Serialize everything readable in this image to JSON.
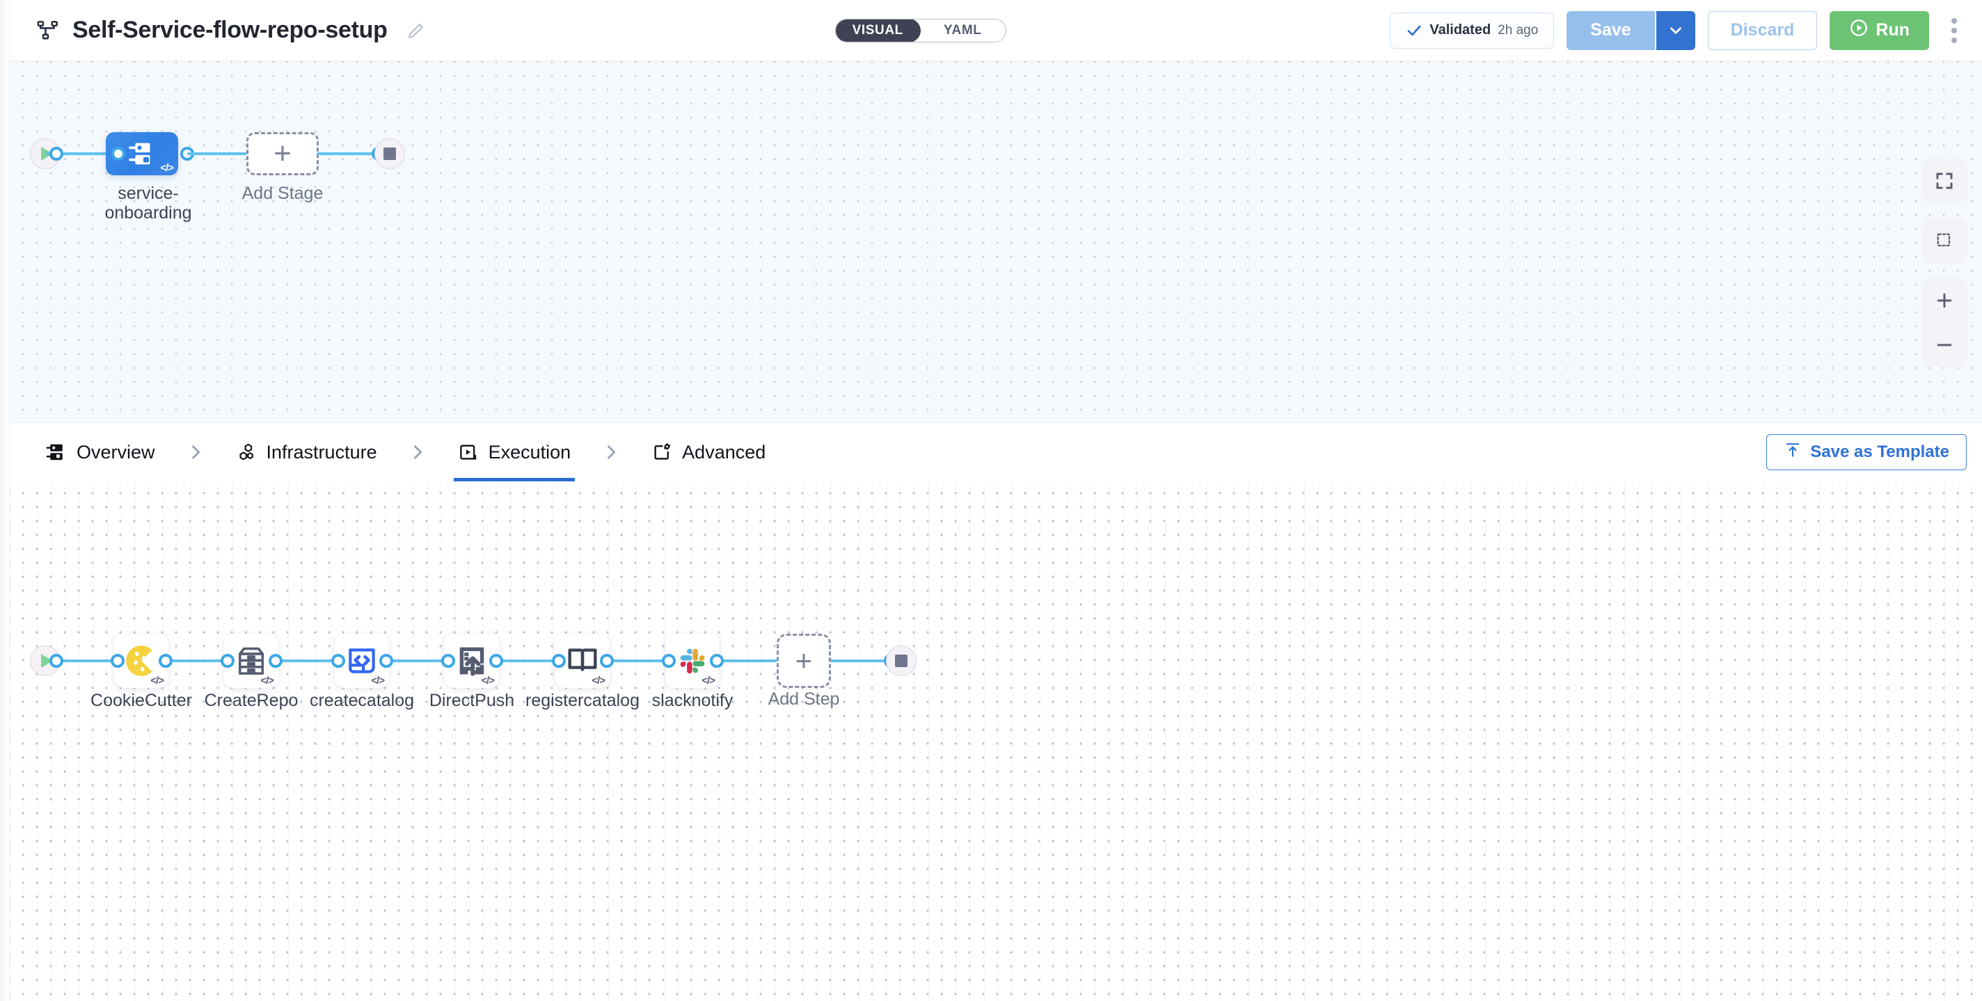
{
  "header": {
    "pipeline_icon": "pipeline-icon",
    "title": "Self-Service-flow-repo-setup",
    "edit_icon": "pencil-edit-icon",
    "mode_toggle": {
      "options": [
        {
          "label": "VISUAL",
          "active": true
        },
        {
          "label": "YAML",
          "active": false
        }
      ]
    },
    "validated": {
      "icon": "check-icon",
      "label": "Validated",
      "time": "2h ago"
    },
    "save": {
      "label": "Save",
      "caret_icon": "chevron-down-icon"
    },
    "discard": {
      "label": "Discard"
    },
    "run": {
      "label": "Run",
      "icon": "play-circle-icon"
    },
    "more_menu_icon": "kebab-menu-icon"
  },
  "canvas_controls": {
    "fit_screen_icon": "fit-to-screen-icon",
    "select_area_icon": "marquee-select-icon",
    "zoom_in_icon": "plus-icon",
    "zoom_out_icon": "minus-icon"
  },
  "stage_flow": {
    "start_node": "start-node",
    "end_node": "end-node",
    "stages": [
      {
        "name": "service-onboarding",
        "label": "service-\nonboarding",
        "icon": "stage-flow-icon",
        "selected": true,
        "code_badge": "</>"
      }
    ],
    "add_stage": {
      "label": "Add Stage",
      "plus": "+"
    }
  },
  "tabs": [
    {
      "label": "Overview",
      "icon": "overview-stage-icon",
      "active": false
    },
    {
      "label": "Infrastructure",
      "icon": "hexagon-cluster-icon",
      "active": false
    },
    {
      "label": "Execution",
      "icon": "execution-play-icon",
      "active": true
    },
    {
      "label": "Advanced",
      "icon": "advanced-gear-card-icon",
      "active": false
    }
  ],
  "save_template_button": {
    "label": "Save as Template",
    "icon": "upload-template-icon"
  },
  "step_flow": {
    "start_node": "start-node",
    "end_node": "end-node",
    "steps": [
      {
        "name": "CookieCutter",
        "icon": "cookie-icon",
        "code_badge": "</>"
      },
      {
        "name": "CreateRepo",
        "icon": "repository-icon",
        "code_badge": "</>"
      },
      {
        "name": "createcatalog",
        "icon": "code-document-icon",
        "code_badge": "</>"
      },
      {
        "name": "DirectPush",
        "icon": "push-upload-icon",
        "code_badge": "</>"
      },
      {
        "name": "registercatalog",
        "icon": "open-book-icon",
        "code_badge": "</>"
      },
      {
        "name": "slacknotify",
        "icon": "slack-icon",
        "code_badge": "</>"
      }
    ],
    "add_step": {
      "label": "Add Step",
      "plus": "+"
    }
  },
  "colors": {
    "accent_blue": "#2b6cd4",
    "edge_blue": "#63c0ee",
    "stage_blue": "#2f7fe4",
    "run_green": "#6cc374",
    "save_blue": "#96bfeb",
    "save_caret_blue": "#3272d0",
    "toggle_dark": "#3f4254"
  }
}
